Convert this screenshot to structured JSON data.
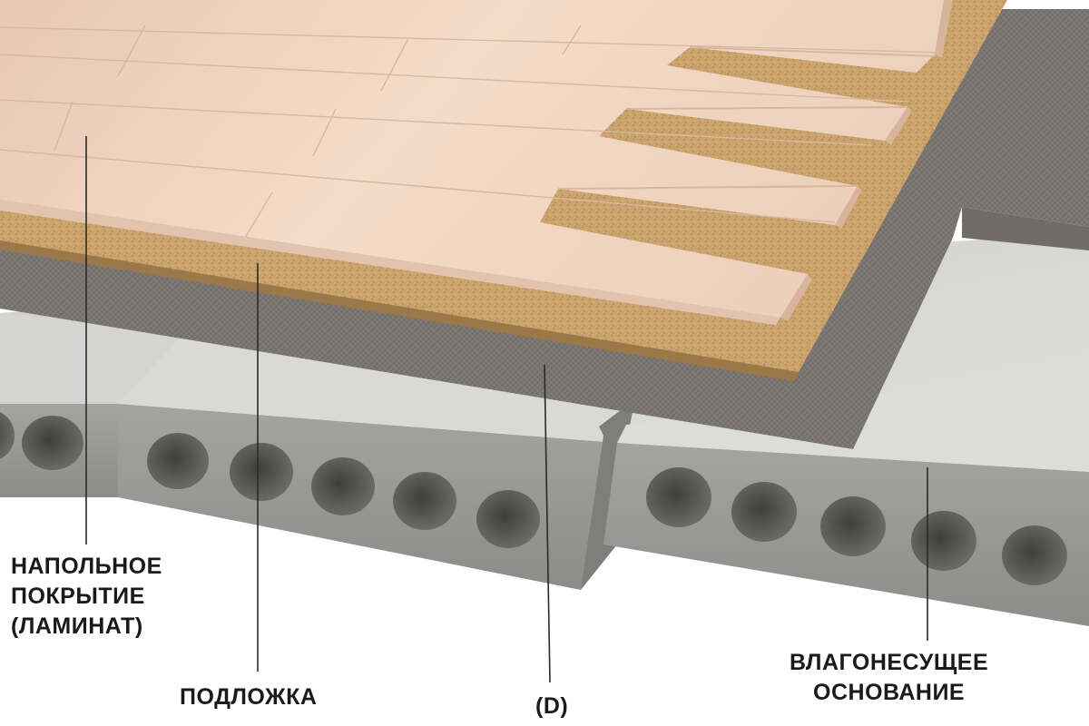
{
  "labels": {
    "floor_covering": [
      "НАПОЛЬНОЕ",
      "ПОКРЫТИЕ",
      "(ЛАМИНАТ)"
    ],
    "underlay": "ПОДЛОЖКА",
    "film": "(D)",
    "base": [
      "ВЛАГОНЕСУЩЕЕ",
      "ОСНОВАНИЕ"
    ]
  },
  "colors": {
    "laminate": "#efd2bd",
    "underlay": "#c9a26a",
    "film": "#7a7470",
    "concrete_top": "#d6d6d4",
    "concrete_side": "#9a9a98",
    "leader_line": "#2a2a2a"
  }
}
